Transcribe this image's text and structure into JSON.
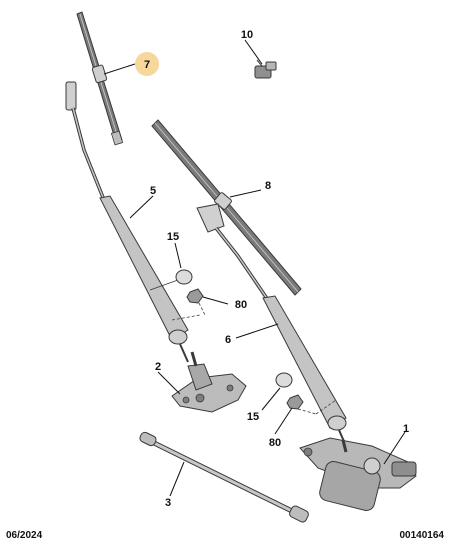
{
  "callouts": {
    "c1": "1",
    "c2": "2",
    "c3": "3",
    "c5": "5",
    "c6": "6",
    "c7": "7",
    "c8": "8",
    "c10": "10",
    "c15a": "15",
    "c15b": "15",
    "c80a": "80",
    "c80b": "80"
  },
  "highlighted_callout": "7",
  "colors": {
    "part_fill": "#b9b9b9",
    "part_dark": "#6f6f6f",
    "blade_fill": "#7a7a7a",
    "outline": "#3a3a3a",
    "highlight": "#f7d79a"
  },
  "footer": {
    "date": "06/2024",
    "reference": "00140164"
  }
}
